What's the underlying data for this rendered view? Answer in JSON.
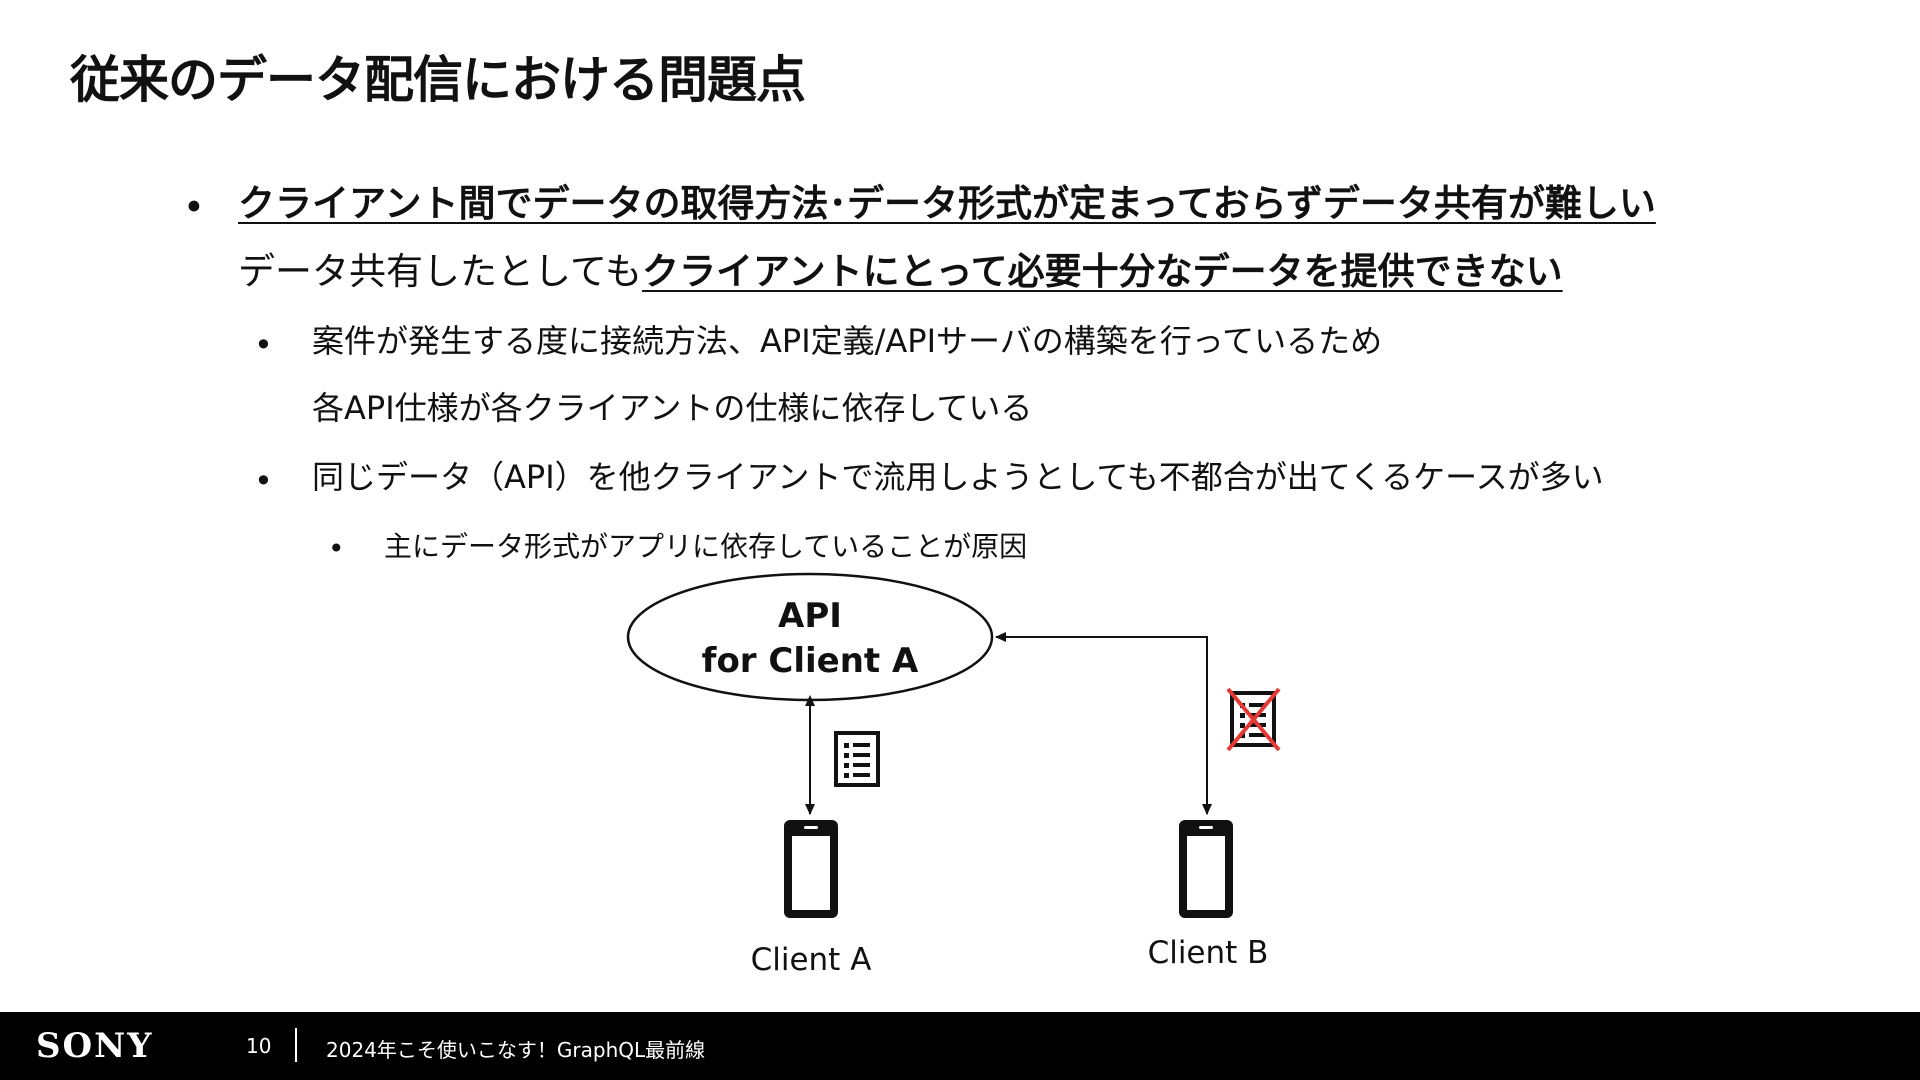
{
  "title": "従来のデータ配信における問題点",
  "content": {
    "bullet_symbol": "•",
    "b1_line1": "クライアント間でデータの取得方法･データ形式が定まっておらずデータ共有が難しい",
    "b1_line2_plain": "データ共有したとしても",
    "b1_line2_bold": "クライアントにとって必要十分なデータを提供できない",
    "b2_line1": "案件が発生する度に接続方法、API定義/APIサーバの構築を行っているため",
    "b2_line2": "各API仕様が各クライアントの仕様に依存している",
    "b3": "同じデータ（API）を他クライアントで流用しようとしても不都合が出てくるケースが多い",
    "b4": "主にデータ形式がアプリに依存していることが原因"
  },
  "diagram": {
    "api_line1": "API",
    "api_line2": "for Client A",
    "client_a_label": "Client A",
    "client_b_label": "Client B",
    "doc_ok_icon": "document-list-icon",
    "doc_ng_icon": "document-crossed-out-icon",
    "phone_icon": "smartphone-icon",
    "cross_color": "#e53935"
  },
  "footer": {
    "brand": "SONY",
    "page_number": "10",
    "deck_title": "2024年こそ使いこなす！GraphQL最前線"
  }
}
